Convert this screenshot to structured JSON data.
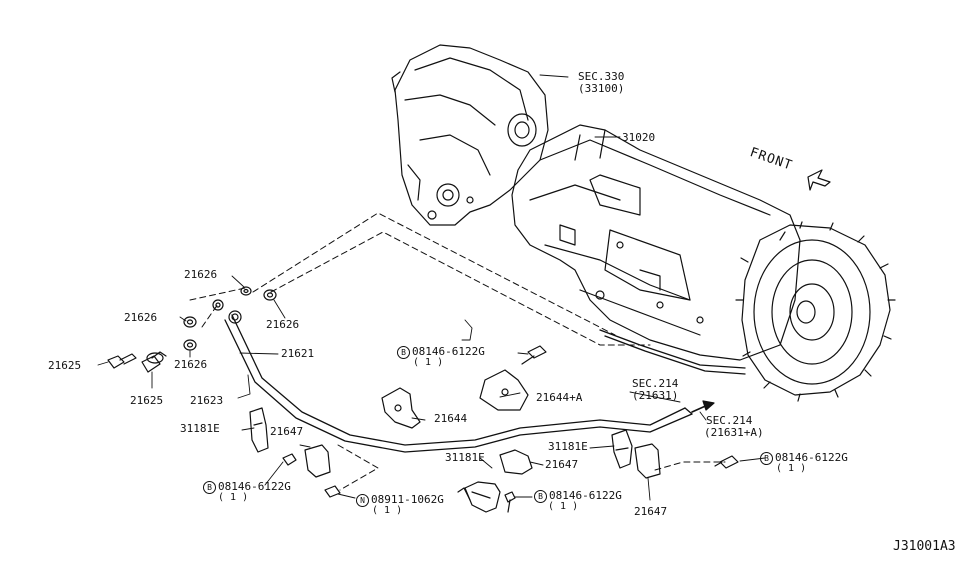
{
  "diagram_id": "J31001A3",
  "direction": "FRONT",
  "colors": {
    "line": "#111111",
    "background": "#ffffff"
  },
  "labels": {
    "sec330": "SEC.330",
    "sec330_sub": "(33100)",
    "p31020": "31020",
    "p21626_a": "21626",
    "p21626_b": "21626",
    "p21626_c": "21626",
    "p21626_d": "21626",
    "p21621": "21621",
    "p21625_a": "21625",
    "p21625_b": "21625",
    "p21623": "21623",
    "bolt_top": "08146-6122G",
    "bolt_top_qty": "( 1 )",
    "p21644a": "21644+A",
    "sec214": "SEC.214",
    "sec214_sub": "(21631)",
    "sec214b": "SEC.214",
    "sec214b_sub": "(21631+A)",
    "p31181e_a": "31181E",
    "p21647_a": "21647",
    "p21644": "21644",
    "bolt_left": "08146-6122G",
    "bolt_left_qty": "( 1 )",
    "nut": "08911-1062G",
    "nut_qty": "( 1 )",
    "p31181e_b": "31181E",
    "p21647_b": "21647",
    "bolt_mid": "08146-6122G",
    "bolt_mid_qty": "( 1 )",
    "p31181e_c": "31181E",
    "bolt_right": "08146-6122G",
    "bolt_right_qty": "( 1 )",
    "p21647_c": "21647"
  },
  "markers": {
    "bolt": "B",
    "nut": "N"
  }
}
